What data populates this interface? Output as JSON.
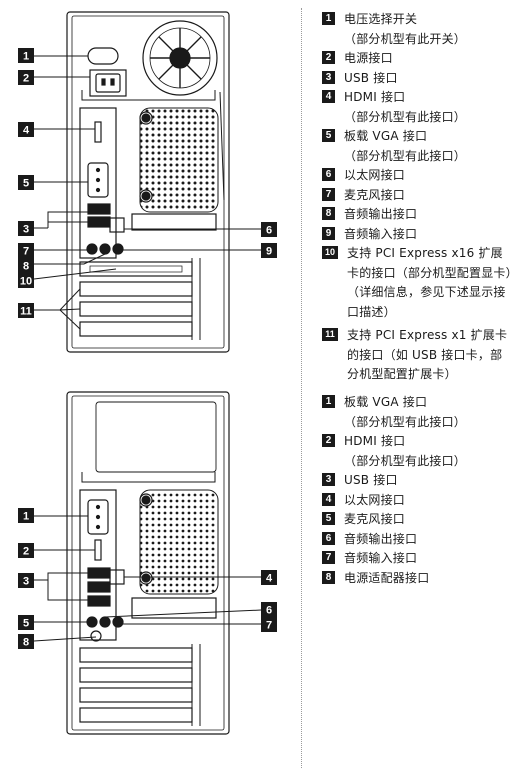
{
  "top_legend": [
    {
      "num": "1",
      "text": "电压选择开关"
    },
    {
      "num": "",
      "text": "（部分机型有此开关）"
    },
    {
      "num": "2",
      "text": "电源接口"
    },
    {
      "num": "3",
      "text": "USB 接口"
    },
    {
      "num": "4",
      "text": "HDMI 接口"
    },
    {
      "num": "",
      "text": "（部分机型有此接口）"
    },
    {
      "num": "5",
      "text": "板载 VGA 接口"
    },
    {
      "num": "",
      "text": "（部分机型有此接口）"
    },
    {
      "num": "6",
      "text": "以太网接口"
    },
    {
      "num": "7",
      "text": "麦克风接口"
    },
    {
      "num": "8",
      "text": "音频输出接口"
    },
    {
      "num": "9",
      "text": "音频输入接口"
    },
    {
      "num": "10",
      "text": "支持 PCI Express x16 扩展"
    },
    {
      "num": "",
      "text": "卡的接口（部分机型配置显卡）"
    },
    {
      "num": "",
      "text": "（详细信息，参见下述显示接"
    },
    {
      "num": "",
      "text": "口描述）"
    },
    {
      "num": "11",
      "text": "支持 PCI Express x1 扩展卡"
    },
    {
      "num": "",
      "text": "的接口（如 USB 接口卡，部"
    },
    {
      "num": "",
      "text": "分机型配置扩展卡）"
    }
  ],
  "bottom_legend": [
    {
      "num": "1",
      "text": "板载 VGA 接口"
    },
    {
      "num": "",
      "text": "（部分机型有此接口）"
    },
    {
      "num": "2",
      "text": "HDMI 接口"
    },
    {
      "num": "",
      "text": "（部分机型有此接口）"
    },
    {
      "num": "3",
      "text": "USB 接口"
    },
    {
      "num": "4",
      "text": "以太网接口"
    },
    {
      "num": "5",
      "text": "麦克风接口"
    },
    {
      "num": "6",
      "text": "音频输出接口"
    },
    {
      "num": "7",
      "text": "音频输入接口"
    },
    {
      "num": "8",
      "text": "电源适配器接口"
    }
  ],
  "top_callouts": {
    "c1": "1",
    "c2": "2",
    "c3": "3",
    "c4": "4",
    "c5": "5",
    "c6": "6",
    "c7": "7",
    "c8": "8",
    "c9": "9",
    "c10": "10",
    "c11": "11"
  },
  "bottom_callouts": {
    "c1": "1",
    "c2": "2",
    "c3": "3",
    "c4": "4",
    "c5": "5",
    "c6": "6",
    "c7": "7",
    "c8": "8"
  }
}
